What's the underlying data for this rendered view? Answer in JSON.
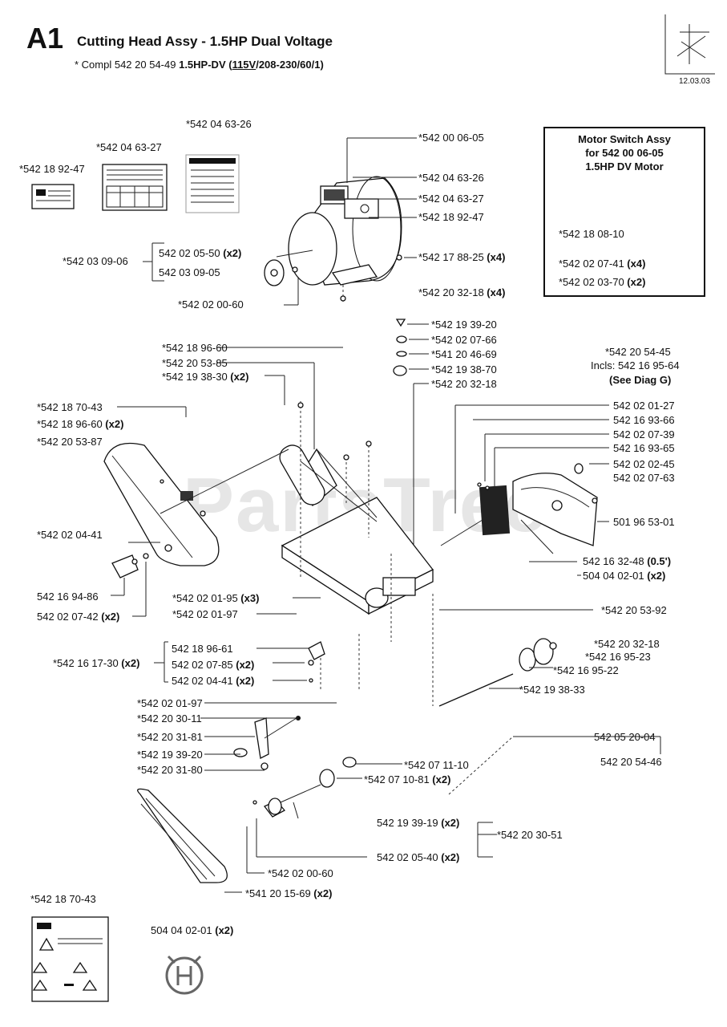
{
  "header": {
    "code": "A1",
    "title": "Cutting Head Assy - 1.5HP Dual Voltage",
    "subtitle_prefix": "* Compl 542 20 54-49 ",
    "subtitle_bold": "1.5HP-DV (",
    "subtitle_u": "115V",
    "subtitle_rest": "/208-230/60/1)",
    "date": "12.03.03"
  },
  "watermark": "PartsTree",
  "switch_box": {
    "title1": "Motor Switch Assy",
    "title2": "for 542 00 06-05",
    "title3": "1.5HP DV Motor"
  },
  "labels": [
    {
      "id": "l1",
      "text": "*542 04 63-26"
    },
    {
      "id": "l2",
      "text": "*542 04 63-27"
    },
    {
      "id": "l3",
      "text": "*542 18 92-47"
    },
    {
      "id": "l4",
      "text": "*542 00 06-05"
    },
    {
      "id": "l5",
      "text": "*542 04 63-26"
    },
    {
      "id": "l6",
      "text": "*542 04 63-27"
    },
    {
      "id": "l7",
      "text": "*542 18 92-47"
    },
    {
      "id": "l8",
      "text": "*542 03 09-06"
    },
    {
      "id": "l9",
      "text": "542 02 05-50 ",
      "q": "(x2)"
    },
    {
      "id": "l10",
      "text": "542 03 09-05"
    },
    {
      "id": "l11",
      "text": "*542 17 88-25 ",
      "q": "(x4)"
    },
    {
      "id": "l12",
      "text": "*542 20 32-18 ",
      "q": "(x4)"
    },
    {
      "id": "l13",
      "text": "*542 02 00-60"
    },
    {
      "id": "l14",
      "text": "*542 18 08-10"
    },
    {
      "id": "l15",
      "text": "*542 02 07-41 ",
      "q": "(x4)"
    },
    {
      "id": "l16",
      "text": "*542 02 03-70 ",
      "q": "(x2)"
    },
    {
      "id": "l17",
      "text": "*542 19 39-20"
    },
    {
      "id": "l18",
      "text": "*542 02 07-66"
    },
    {
      "id": "l19",
      "text": "*541 20 46-69"
    },
    {
      "id": "l20",
      "text": "*542 19 38-70"
    },
    {
      "id": "l21",
      "text": "*542 20 32-18"
    },
    {
      "id": "l22",
      "text": "*542 18 96-60"
    },
    {
      "id": "l23",
      "text": "*542 20 53-85"
    },
    {
      "id": "l24",
      "text": "*542 19 38-30 ",
      "q": "(x2)"
    },
    {
      "id": "l25",
      "text": "*542 20 54-45"
    },
    {
      "id": "l26",
      "text": "Incls: 542 16 95-64"
    },
    {
      "id": "l27",
      "text": "(See Diag G)",
      "bold": true
    },
    {
      "id": "l28",
      "text": "*542 18 70-43"
    },
    {
      "id": "l29",
      "text": "*542 18 96-60 ",
      "q": "(x2)"
    },
    {
      "id": "l30",
      "text": "*542 20 53-87"
    },
    {
      "id": "l31",
      "text": "542 02 01-27"
    },
    {
      "id": "l32",
      "text": "542 16 93-66"
    },
    {
      "id": "l33",
      "text": "542 02 07-39"
    },
    {
      "id": "l34",
      "text": "542 16 93-65"
    },
    {
      "id": "l35",
      "text": "542 02 02-45"
    },
    {
      "id": "l36",
      "text": "542 02 07-63"
    },
    {
      "id": "l37",
      "text": "501 96 53-01"
    },
    {
      "id": "l38",
      "text": "*542 02 04-41"
    },
    {
      "id": "l39",
      "text": "542 16 32-48 ",
      "q": "(0.5')"
    },
    {
      "id": "l40",
      "text": "504 04 02-01 ",
      "q": "(x2)"
    },
    {
      "id": "l41",
      "text": "542 16 94-86"
    },
    {
      "id": "l42",
      "text": "542 02 07-42 ",
      "q": "(x2)"
    },
    {
      "id": "l43",
      "text": "*542 02 01-95 ",
      "q": "(x3)"
    },
    {
      "id": "l44",
      "text": "*542 02 01-97"
    },
    {
      "id": "l45",
      "text": "*542 20 53-92"
    },
    {
      "id": "l46",
      "text": "542 18 96-61"
    },
    {
      "id": "l47",
      "text": "*542 16 17-30 ",
      "q": "(x2)"
    },
    {
      "id": "l48",
      "text": "542 02 07-85 ",
      "q": "(x2)"
    },
    {
      "id": "l49",
      "text": "542 02 04-41 ",
      "q": "(x2)"
    },
    {
      "id": "l50",
      "text": "*542 20 32-18"
    },
    {
      "id": "l51",
      "text": "*542 16 95-23"
    },
    {
      "id": "l52",
      "text": "*542 16 95-22"
    },
    {
      "id": "l53",
      "text": "*542 19 38-33"
    },
    {
      "id": "l54",
      "text": "*542 02 01-97"
    },
    {
      "id": "l55",
      "text": "*542 20 30-11"
    },
    {
      "id": "l56",
      "text": "*542 20 31-81"
    },
    {
      "id": "l57",
      "text": "*542 19 39-20"
    },
    {
      "id": "l58",
      "text": "*542 20 31-80"
    },
    {
      "id": "l59",
      "text": "542 05 20-04"
    },
    {
      "id": "l60",
      "text": "542 20 54-46"
    },
    {
      "id": "l61",
      "text": "*542 07 11-10"
    },
    {
      "id": "l62",
      "text": "*542 07 10-81 ",
      "q": "(x2)"
    },
    {
      "id": "l63",
      "text": "542 19 39-19 ",
      "q": "(x2)"
    },
    {
      "id": "l64",
      "text": "*542 20 30-51"
    },
    {
      "id": "l65",
      "text": "542 02 05-40 ",
      "q": "(x2)"
    },
    {
      "id": "l66",
      "text": "*542 02 00-60"
    },
    {
      "id": "l67",
      "text": "*541 20 15-69 ",
      "q": "(x2)"
    },
    {
      "id": "l68",
      "text": "*542 18 70-43"
    },
    {
      "id": "l69",
      "text": "504 04 02-01 ",
      "q": "(x2)"
    }
  ]
}
